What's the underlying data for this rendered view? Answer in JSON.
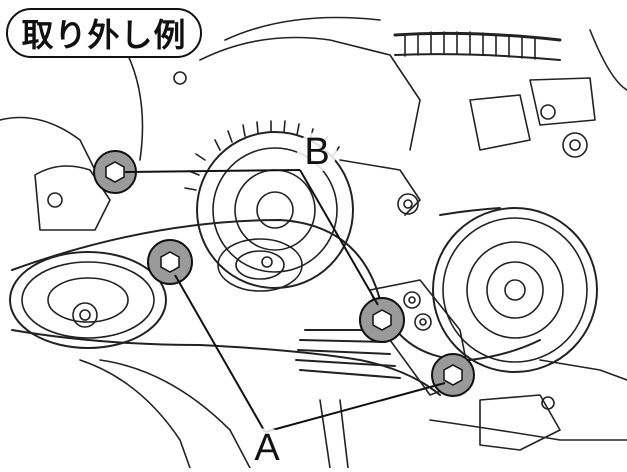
{
  "title": "取り外し例",
  "callouts": {
    "a": "A",
    "b": "B"
  },
  "colors": {
    "line": "#111111",
    "highlight": "#9a9a9a",
    "background": "#ffffff"
  }
}
